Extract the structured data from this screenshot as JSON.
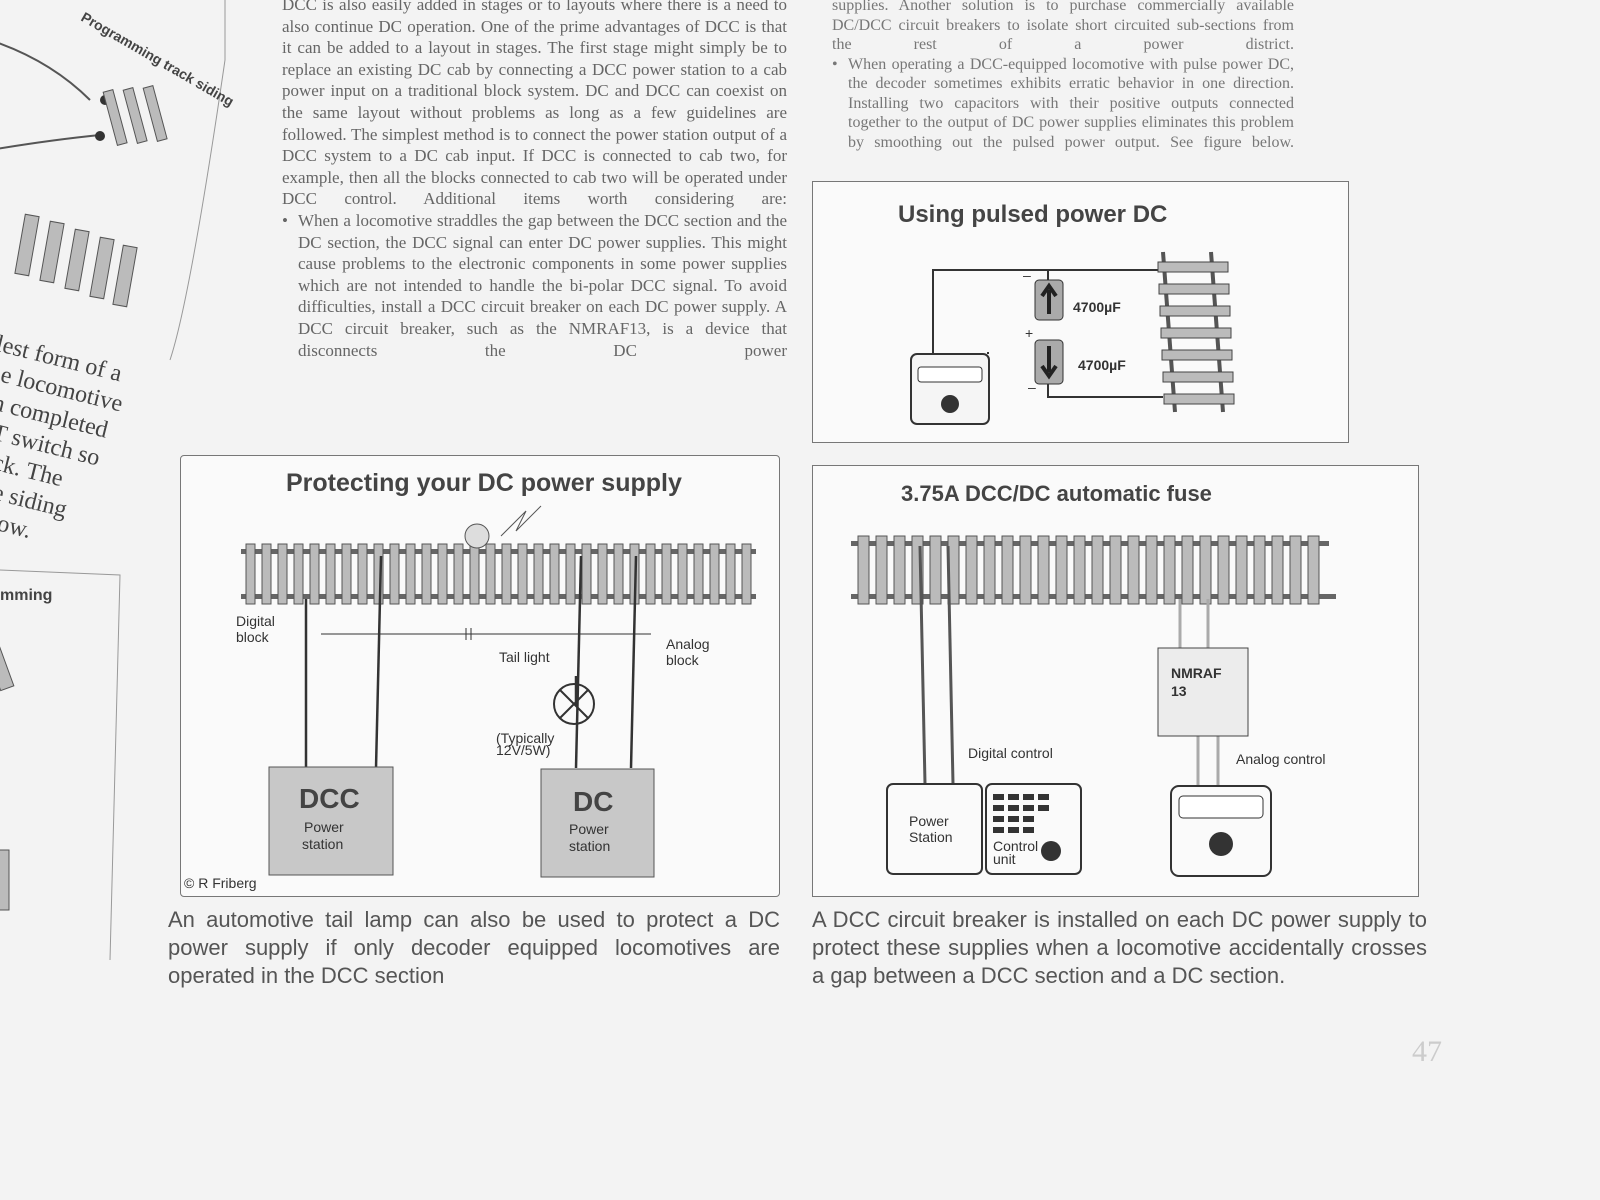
{
  "left_page": {
    "diagram_labels": [
      "Programming track siding",
      "mming"
    ],
    "text_lines": [
      "lest form of a",
      "he locomotive",
      "en completed",
      "DT switch so",
      "track. The",
      "f the siding",
      "ws how."
    ]
  },
  "column1": {
    "paragraph": "DCC is also easily added in stages or to layouts where there is a need to also continue DC operation. One of the prime advantages of DCC is that it can be added to a layout in stages. The first stage might simply be to replace an existing DC cab by connecting a DCC power station to a cab power input on a traditional block system. DC and DCC can coexist on the same layout without problems as long as a few guidelines are followed. The simplest method is to connect the power station output of a DCC system to a DC cab input. If DCC is connected to cab two, for example, then all the blocks connected to cab two will be operated under DCC control. Additional items worth considering are:",
    "bullet": "When a locomotive straddles the gap between the DCC section and the DC section, the DCC signal can enter DC power supplies. This might cause problems to the electronic components in some power supplies which are not intended to handle the bi-polar DCC signal. To avoid difficulties, install a DCC circuit breaker on each DC power supply. A DCC circuit breaker, such as the NMRAF13, is a device that disconnects the DC power"
  },
  "column2": {
    "paragraph": "supplies. Another solution is to purchase commercially available DC/DCC circuit breakers to isolate short circuited sub-sections from the rest of a power district.",
    "bullet": "When operating a DCC-equipped locomotive with pulse power DC, the decoder sometimes exhibits erratic behavior in one direction. Installing two capacitors with their positive outputs connected together to the output of DC power supplies eliminates this problem by smoothing out the pulsed power output. See figure below."
  },
  "figure_pulsed": {
    "title": "Using pulsed power DC",
    "cap1": "4700µF",
    "cap2": "4700µF",
    "minus": "–",
    "plus": "+"
  },
  "figure_protect": {
    "title": "Protecting your DC power supply",
    "digital_block": [
      "Digital",
      "block"
    ],
    "analog_block": [
      "Analog",
      "block"
    ],
    "tail_light": "Tail light",
    "typically": [
      "(Typically",
      "12V/5W)"
    ],
    "dcc_box": {
      "title": "DCC",
      "sub": [
        "Power",
        "station"
      ]
    },
    "dc_box": {
      "title": "DC",
      "sub": [
        "Power",
        "station"
      ]
    },
    "credit": "© R Friberg",
    "caption": "An automotive tail lamp can also be used to protect a DC power supply if only decoder equipped locomotives are operated in the DCC section"
  },
  "figure_fuse": {
    "title": "3.75A DCC/DC automatic fuse",
    "nmraf": [
      "NMRAF",
      "13"
    ],
    "digital_control": "Digital control",
    "analog_control": "Analog control",
    "power_station": [
      "Power",
      "Station"
    ],
    "control_unit": [
      "Control",
      "unit"
    ],
    "caption": "A DCC circuit breaker is installed on each DC power supply to protect these supplies when a locomotive accidentally crosses a gap between a DCC section and a DC section."
  },
  "page_number": "47"
}
